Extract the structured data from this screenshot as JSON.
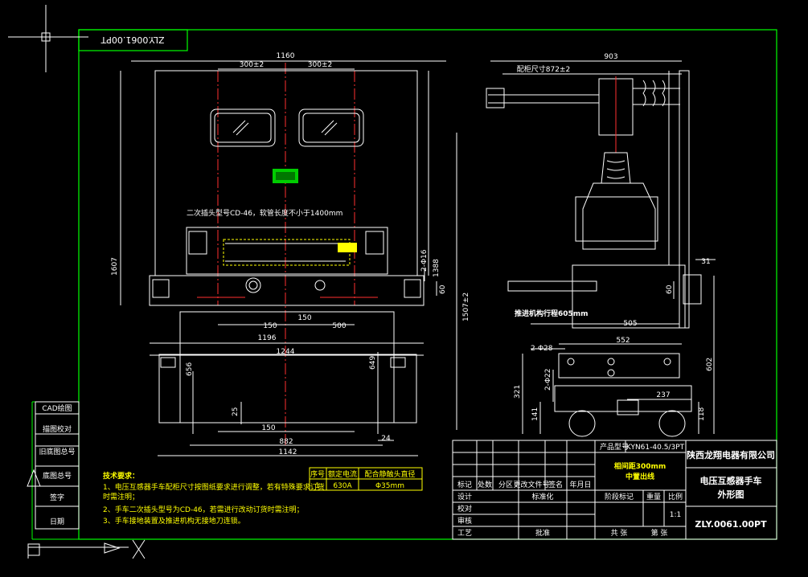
{
  "colors": {
    "background": "#000000",
    "frame": "#00ff00",
    "drawing": "#ffffff",
    "dimension": "#ffffff",
    "note": "#ffff00",
    "centerline": "#ff3030"
  },
  "mirror_label": "ZLY.0061.00PT",
  "front_view": {
    "dim_top_total": "1160",
    "dim_left_window": "300±2",
    "dim_right_window": "300±2",
    "plug_note": "二次插头型号CD-46，软管长度不小于1400mm",
    "dim_height_left": "1607",
    "dim_height_right": "1388",
    "dim_height_outer": "1507±2",
    "dim_hole": "2-Φ16",
    "dim_60": "60",
    "dim_150a": "150",
    "dim_150b": "150",
    "dim_500": "500",
    "dim_1196": "1196",
    "dim_1244": "1244",
    "dim_656": "656",
    "dim_649": "649",
    "dim_25": "25",
    "dim_150c": "150",
    "dim_24": "24",
    "dim_882": "882",
    "dim_1142": "1142"
  },
  "side_view": {
    "dim_903": "903",
    "dim_872": "配柜尺寸872±2",
    "dim_31": "31",
    "dim_60": "60",
    "travel_note": "推进机构行程605mm",
    "dim_505": "505",
    "dim_552": "552",
    "dim_2_28": "2-Φ28",
    "dim_2_22": "2-Φ22",
    "dim_321": "321",
    "dim_141": "141",
    "dim_237": "237",
    "dim_602": "602",
    "dim_118": "118"
  },
  "tech_requirements": {
    "title": "技术要求：",
    "items": [
      "1、电压互感器手车配柜尺寸按图纸要求进行调整，若有特殊要求订货",
      "时需注明；",
      "2、手车二次插头型号为CD-46，若需进行改动订货时需注明；",
      "3、手车接地装置及推进机构无接地刀连锁。"
    ]
  },
  "spec_table": {
    "headers": [
      "序号",
      "额定电流",
      "配合静触头直径"
    ],
    "row": [
      "1",
      "630A",
      "Φ35mm"
    ]
  },
  "title_block": {
    "product_label": "产品型号",
    "product_model": "KYN61-40.5/3PT",
    "company": "陕西龙翔电器有限公司",
    "pitch_note_1": "相间距300mm",
    "pitch_note_2": "中置出线",
    "drawing_title_1": "电压互感器手车",
    "drawing_title_2": "外形图",
    "drawing_number": "ZLY.0061.00PT",
    "scale_header": "比例",
    "weight_header": "重量",
    "stage_header": "阶段标记",
    "scale_value": "1:1",
    "sheet_total": "共   张",
    "sheet_index": "第   张",
    "row_mark": "标记",
    "row_count": "处数",
    "row_zone": "分区",
    "row_docno": "更改文件号",
    "row_sign": "签名",
    "row_date": "年月日",
    "design": "设计",
    "standard": "标准化",
    "proof": "校对",
    "review": "审核",
    "process": "工艺",
    "approve": "批准"
  },
  "side_stamp": {
    "rows": [
      "CAD绘图",
      "描图校对",
      "旧底图总号",
      "底图总号",
      "签字",
      "日期"
    ]
  }
}
